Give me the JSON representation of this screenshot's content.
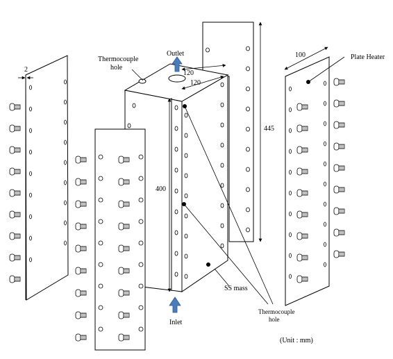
{
  "labels": {
    "thermocouple_hole_top": [
      "Thermocouple",
      "hole"
    ],
    "outlet": "Outlet",
    "plate_heater": "Plate Heater",
    "ss_mass": "SS mass",
    "inlet": "Inlet",
    "thermocouple_hole_bottom": [
      "Thermocouple",
      "hole"
    ],
    "unit": "(Unit : mm)"
  },
  "dimensions": {
    "plate_thickness": "2",
    "block_width": "120",
    "block_depth": "120",
    "heater_width": "100",
    "plate_height": "445",
    "block_height": "400"
  },
  "colors": {
    "line": "#000000",
    "arrow_fill": "#4a7ebb",
    "arrow_stroke": "#2f5597",
    "background": "#ffffff"
  },
  "icons": {
    "flow_arrow": "blue-up-arrow",
    "bolt": "bolt-screw"
  }
}
